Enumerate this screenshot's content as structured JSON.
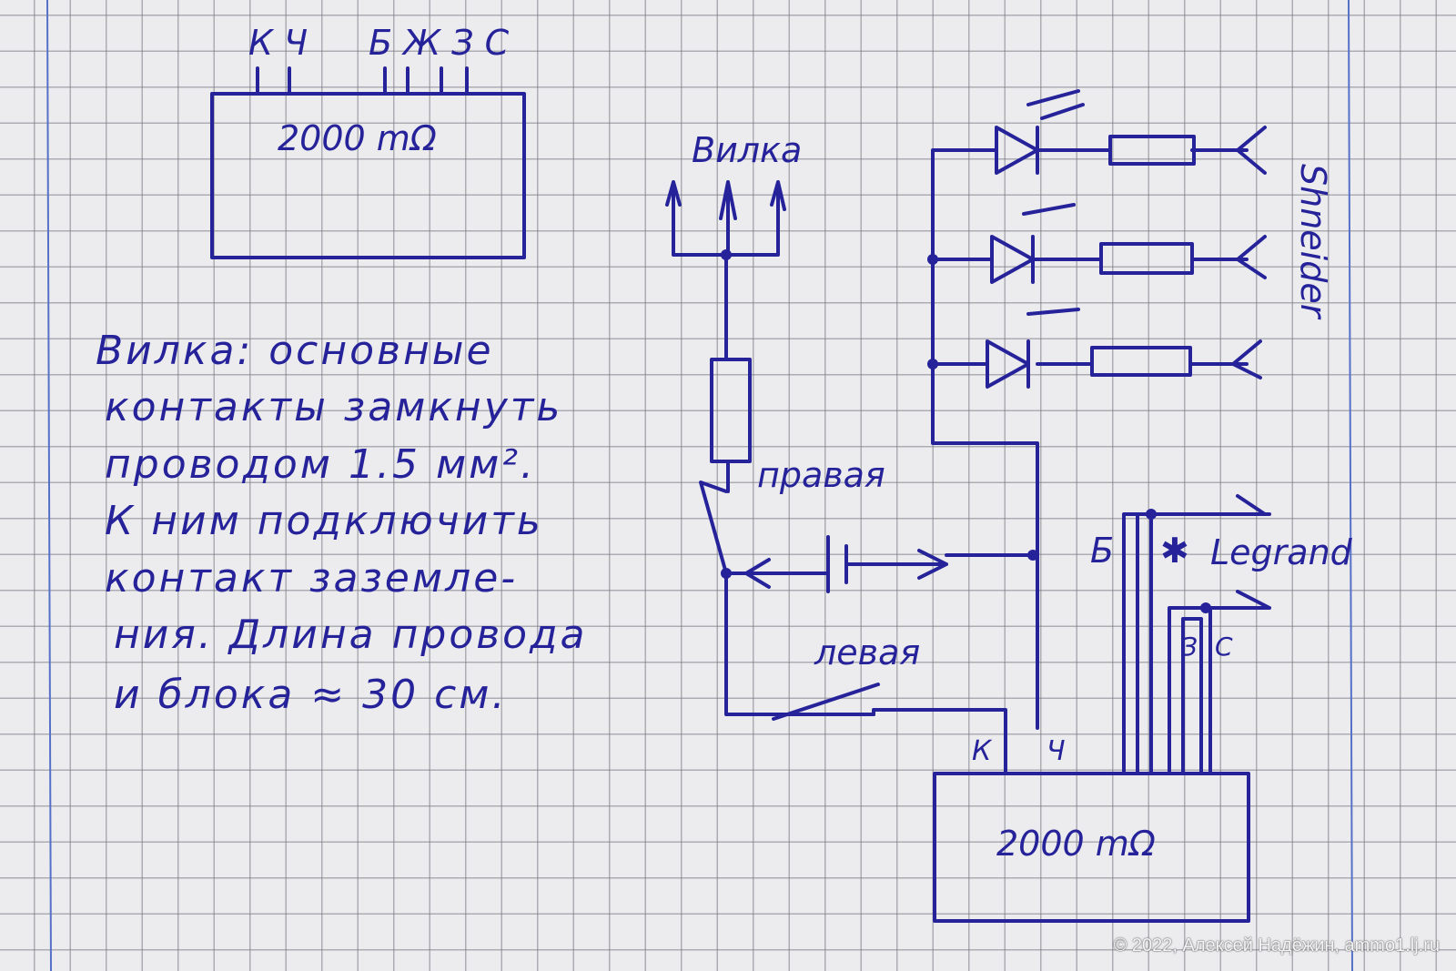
{
  "top_block": {
    "pins_left": "К Ч",
    "pins_right": "Б Ж З С",
    "rating": "2000 mΩ"
  },
  "plug_label": "Вилка",
  "brand_left": "Shneider",
  "brand_right": "Legrand",
  "switch_labels": {
    "right": "правая",
    "left": "левая"
  },
  "wire_labels": {
    "b": "Б",
    "z": "З",
    "s": "С",
    "k": "К",
    "ch": "Ч"
  },
  "bottom_block": {
    "rating": "2000 mΩ"
  },
  "note_lines": [
    "Вилка: основные",
    "контакты замкнуть",
    "проводом 1.5 мм².",
    "К ним подключить",
    "контакт заземле-",
    "ния. Длина провода",
    "и блока ≈ 30 см."
  ],
  "watermark": "© 2022, Алексей Надёжин, ammo1.lj.ru"
}
